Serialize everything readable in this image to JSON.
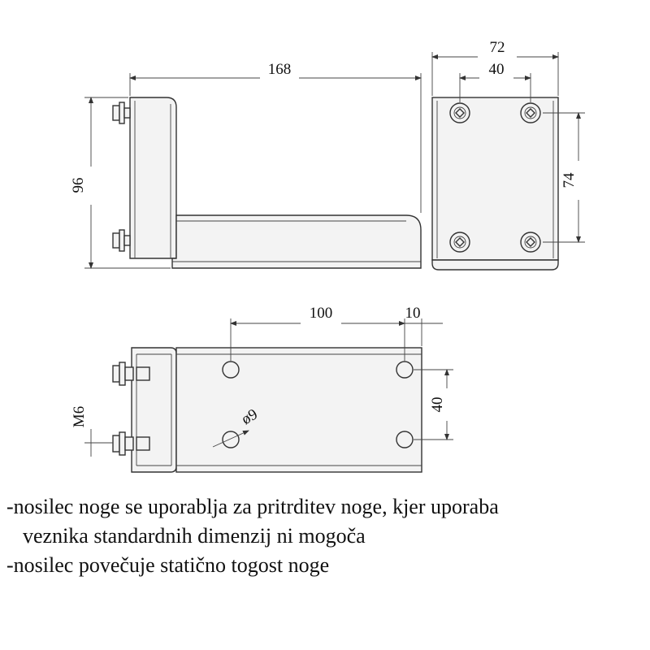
{
  "dimensions": {
    "side_length": "168",
    "side_height": "96",
    "front_width": "72",
    "front_hole_spacing_x": "40",
    "front_hole_spacing_y": "74",
    "top_hole_spacing": "100",
    "top_hole_edge": "10",
    "top_hole_spacing_y": "40",
    "thread": "M6",
    "hole_diameter": "ø9"
  },
  "notes": [
    {
      "dash": "-",
      "text": "nosilec noge se uporablja za pritrditev noge, kjer uporaba"
    },
    {
      "dash": "",
      "text": "veznika standardnih dimenzij ni mogoča"
    },
    {
      "dash": "-",
      "text": "nosilec povečuje statično togost noge"
    }
  ]
}
